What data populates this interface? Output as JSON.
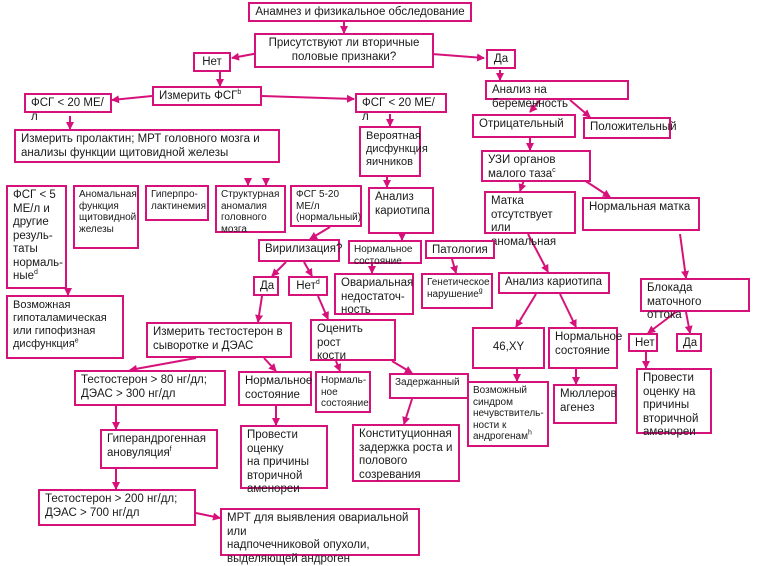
{
  "accent_color": "#d6127a",
  "nodes": {
    "n1": {
      "text": "Анамнез и физикальное обследование"
    },
    "n2": {
      "text": "Присутствуют ли вторичные\nполовые признаки?"
    },
    "n3": {
      "text": "Нет"
    },
    "n4": {
      "text": "Да"
    },
    "n5": {
      "text": "Измерить ФСГ",
      "sup": "b"
    },
    "n6": {
      "text": "ФСГ < 20 МЕ/л"
    },
    "n7": {
      "text": "ФСГ < 20 МЕ/л"
    },
    "n8": {
      "text": "Анализ на беременность"
    },
    "n9": {
      "text": "Измерить пролактин; МРТ головного мозга и\nанализы функции щитовидной железы"
    },
    "n10": {
      "text": "Вероятная\nдисфункция\nяичников"
    },
    "n11": {
      "text": "Отрицательный"
    },
    "n12": {
      "text": "Положительный"
    },
    "n13": {
      "text": "УЗИ органов\nмалого таза",
      "sup": "c"
    },
    "n14": {
      "text": "ФСГ < 5\nМЕ/л и\nдругие\nрезуль-\nтаты\nнормаль-\nные",
      "sup": "d"
    },
    "n15": {
      "text": "Аномальная\nфункция\nщитовидной\nжелезы"
    },
    "n16": {
      "text": "Гиперпро-\nлактинемия"
    },
    "n17": {
      "text": "Структурная\nаномалия\nголовного\nмозга"
    },
    "n18": {
      "text": "ФСГ 5-20 МЕ/л\n(нормальный)"
    },
    "n19": {
      "text": "Анализ\nкариотипа"
    },
    "n20": {
      "text": "Матка\nотсутствует или\nаномальная"
    },
    "n21": {
      "text": "Нормальная матка"
    },
    "n22": {
      "text": "Вирилизация?"
    },
    "n23": {
      "text": "Нормальное\nсостояние"
    },
    "n24": {
      "text": "Патология"
    },
    "n25": {
      "text": "Да"
    },
    "n26": {
      "text": "Нет",
      "sup": "d"
    },
    "n27": {
      "text": "Овариальная\nнедостаточ-\nность"
    },
    "n28": {
      "text": "Генетическое\nнарушение",
      "sup": "g"
    },
    "n29": {
      "text": "Анализ кариотипа"
    },
    "n30": {
      "text": "Блокада маточного\nоттока"
    },
    "n31": {
      "text": "Возможная\nгипоталамическая\nили гипофизная\nдисфункция",
      "sup": "e"
    },
    "n32": {
      "text": "Измерить тестостерон в\nсыворотке и ДЭАС"
    },
    "n33": {
      "text": "Оценить рост\nкости"
    },
    "n34": {
      "text": "46,XY"
    },
    "n35": {
      "text": "Нормальное\nсостояние"
    },
    "n36": {
      "text": "Нет"
    },
    "n37": {
      "text": "Да"
    },
    "n38": {
      "text": "Тестостерон > 80 нг/дл;\nДЭАС > 300 нг/дл"
    },
    "n39": {
      "text": "Нормальное\nсостояние"
    },
    "n40": {
      "text": "Нормаль-\nное\nсостояние"
    },
    "n41": {
      "text": "Задержанный"
    },
    "n42": {
      "text": "Возможный\nсиндром\nнечувствитель-\nности к\nандрогенам",
      "sup": "h"
    },
    "n43": {
      "text": "Мюллеров\nагенез"
    },
    "n44": {
      "text": "Провести\nоценку на\nпричины\nвторичной\nаменореи"
    },
    "n45": {
      "text": "Гиперандрогенная\nановуляция",
      "sup": "f"
    },
    "n46": {
      "text": "Провести оценку\nна причины\nвторичной\nаменореи"
    },
    "n47": {
      "text": "Конституционная\nзадержка роста и\nполового\nсозревания"
    },
    "n48": {
      "text": "Тестостерон > 200 нг/дл;\nДЭАС > 700 нг/дл"
    },
    "n49": {
      "text": "МРТ для выявления овариальной или\nнадпочечниковой опухоли,\nвыделяющей андроген"
    }
  }
}
